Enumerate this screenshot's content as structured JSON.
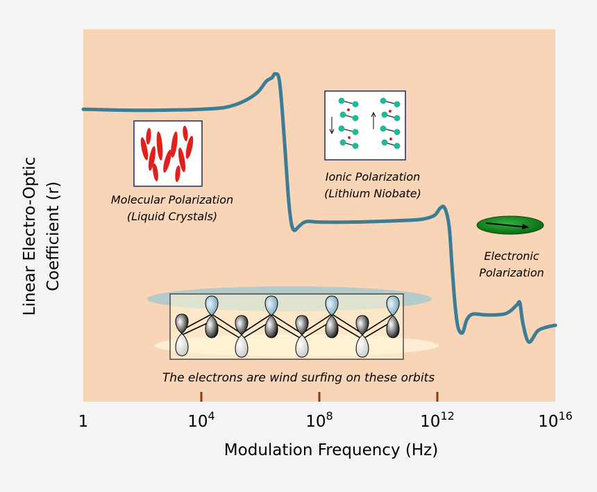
{
  "chart_data": {
    "type": "line",
    "title": "",
    "xlabel": "Modulation Frequency (Hz)",
    "ylabel_lines": [
      "Linear Electro-Optic",
      "Coefficient (r)"
    ],
    "xscale": "log",
    "xlim_exp": [
      0,
      16
    ],
    "ylim": [
      0,
      1
    ],
    "x_ticks": [
      {
        "base": "1",
        "exp": ""
      },
      {
        "base": "10",
        "exp": "4"
      },
      {
        "base": "10",
        "exp": "8"
      },
      {
        "base": "10",
        "exp": "12"
      },
      {
        "base": "10",
        "exp": "16"
      }
    ],
    "grid": false,
    "line_color": "#3c7d96",
    "plot_bg": "#f9d5b8",
    "series": [
      {
        "x_exp": [
          0,
          1,
          2,
          3,
          4,
          4.8,
          5.4,
          5.9,
          6.2,
          6.4,
          6.5,
          6.65,
          6.8,
          6.95,
          7.05,
          7.15,
          7.3,
          7.45,
          7.6,
          7.8,
          8.1,
          9,
          10,
          11,
          11.5,
          11.9,
          12.1,
          12.25,
          12.4,
          12.5,
          12.6,
          12.7,
          12.85,
          13,
          13.2,
          13.6,
          14,
          14.3,
          14.5,
          14.7,
          14.8,
          14.9,
          15.1,
          15.4,
          15.7,
          16
        ],
        "y": [
          0.785,
          0.783,
          0.782,
          0.783,
          0.785,
          0.79,
          0.805,
          0.83,
          0.86,
          0.87,
          0.88,
          0.86,
          0.72,
          0.55,
          0.48,
          0.46,
          0.47,
          0.48,
          0.484,
          0.483,
          0.482,
          0.482,
          0.484,
          0.487,
          0.49,
          0.5,
          0.52,
          0.52,
          0.47,
          0.36,
          0.26,
          0.2,
          0.185,
          0.22,
          0.235,
          0.233,
          0.233,
          0.236,
          0.245,
          0.26,
          0.265,
          0.21,
          0.16,
          0.19,
          0.2,
          0.205
        ]
      }
    ],
    "annotations": {
      "molecular": [
        "Molecular Polarization",
        "(Liquid Crystals)"
      ],
      "ionic": [
        "Ionic Polarization",
        "(Lithium Niobate)"
      ],
      "electronic": [
        "Electronic",
        "Polarization"
      ],
      "orbits": "The electrons are wind surfing on these orbits"
    }
  }
}
